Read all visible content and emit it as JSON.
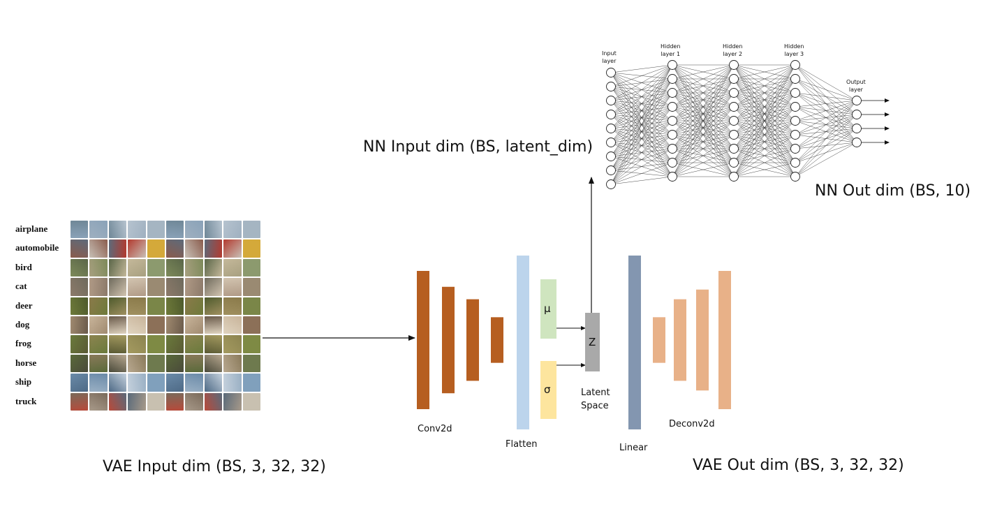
{
  "dataset": {
    "classes": [
      "airplane",
      "automobile",
      "bird",
      "cat",
      "deer",
      "dog",
      "frog",
      "horse",
      "ship",
      "truck"
    ],
    "row_colors": [
      [
        "#8aa2b8",
        "#9fb0c0",
        "#6f8797",
        "#b6c3cf",
        "#a5b5c2"
      ],
      [
        "#8a5c4d",
        "#c8c0b6",
        "#5d6a7a",
        "#b33a2f",
        "#d4a93a"
      ],
      [
        "#7d8a5a",
        "#a8a080",
        "#5a6648",
        "#c4b89a",
        "#8c9a6e"
      ],
      [
        "#8c7a6a",
        "#b09a86",
        "#6e6a5c",
        "#d2c4b0",
        "#9a8a72"
      ],
      [
        "#6e7a3a",
        "#8a7a4a",
        "#4e5a2c",
        "#a09060",
        "#7a8648"
      ],
      [
        "#a08a70",
        "#c8b49a",
        "#6a5a4a",
        "#e0d4c0",
        "#8c7058"
      ],
      [
        "#6a7a3c",
        "#8c8450",
        "#5a5a34",
        "#a49a60",
        "#7e8a44"
      ],
      [
        "#5a6a3a",
        "#8a7a5a",
        "#4a4a3a",
        "#b8a890",
        "#6e7a4e"
      ],
      [
        "#6a8aa8",
        "#9ab0c4",
        "#4e6a86",
        "#c4d0dc",
        "#80a0bc"
      ],
      [
        "#7a6a5a",
        "#a89a8a",
        "#b84a3a",
        "#5a6a7a",
        "#c8c0b0"
      ]
    ]
  },
  "captions": {
    "vae_input": "VAE Input dim (BS, 3, 32, 32)",
    "vae_output": "VAE Out dim (BS, 3, 32, 32)",
    "nn_input": "NN Input dim (BS, latent_dim)",
    "nn_output": "NN Out dim (BS, 10)"
  },
  "encoder": {
    "label": "Conv2d",
    "color": "#b65e20",
    "layers": [
      1.0,
      0.77,
      0.59,
      0.33
    ]
  },
  "flatten": {
    "label": "Flatten",
    "color": "#bcd4ec"
  },
  "latent": {
    "mu_label": "μ",
    "sigma_label": "σ",
    "z_label": "Z",
    "space_label_line1": "Latent",
    "space_label_line2": "Space",
    "mu_color": "#cfe5bf",
    "sigma_color": "#fde59e",
    "z_color": "#a9a9a9"
  },
  "linear": {
    "label": "Linear",
    "color": "#8396b0"
  },
  "decoder": {
    "label": "Deconv2d",
    "color": "#e8b188",
    "layers": [
      0.33,
      0.59,
      0.73,
      1.0
    ]
  },
  "nn": {
    "input_label_1": "Input",
    "input_label_2": "layer",
    "hidden_labels": [
      [
        "Hidden",
        "layer 1"
      ],
      [
        "Hidden",
        "layer 2"
      ],
      [
        "Hidden",
        "layer 3"
      ]
    ],
    "output_label_1": "Output",
    "output_label_2": "layer",
    "layer_sizes": [
      9,
      9,
      9,
      9,
      4
    ]
  }
}
